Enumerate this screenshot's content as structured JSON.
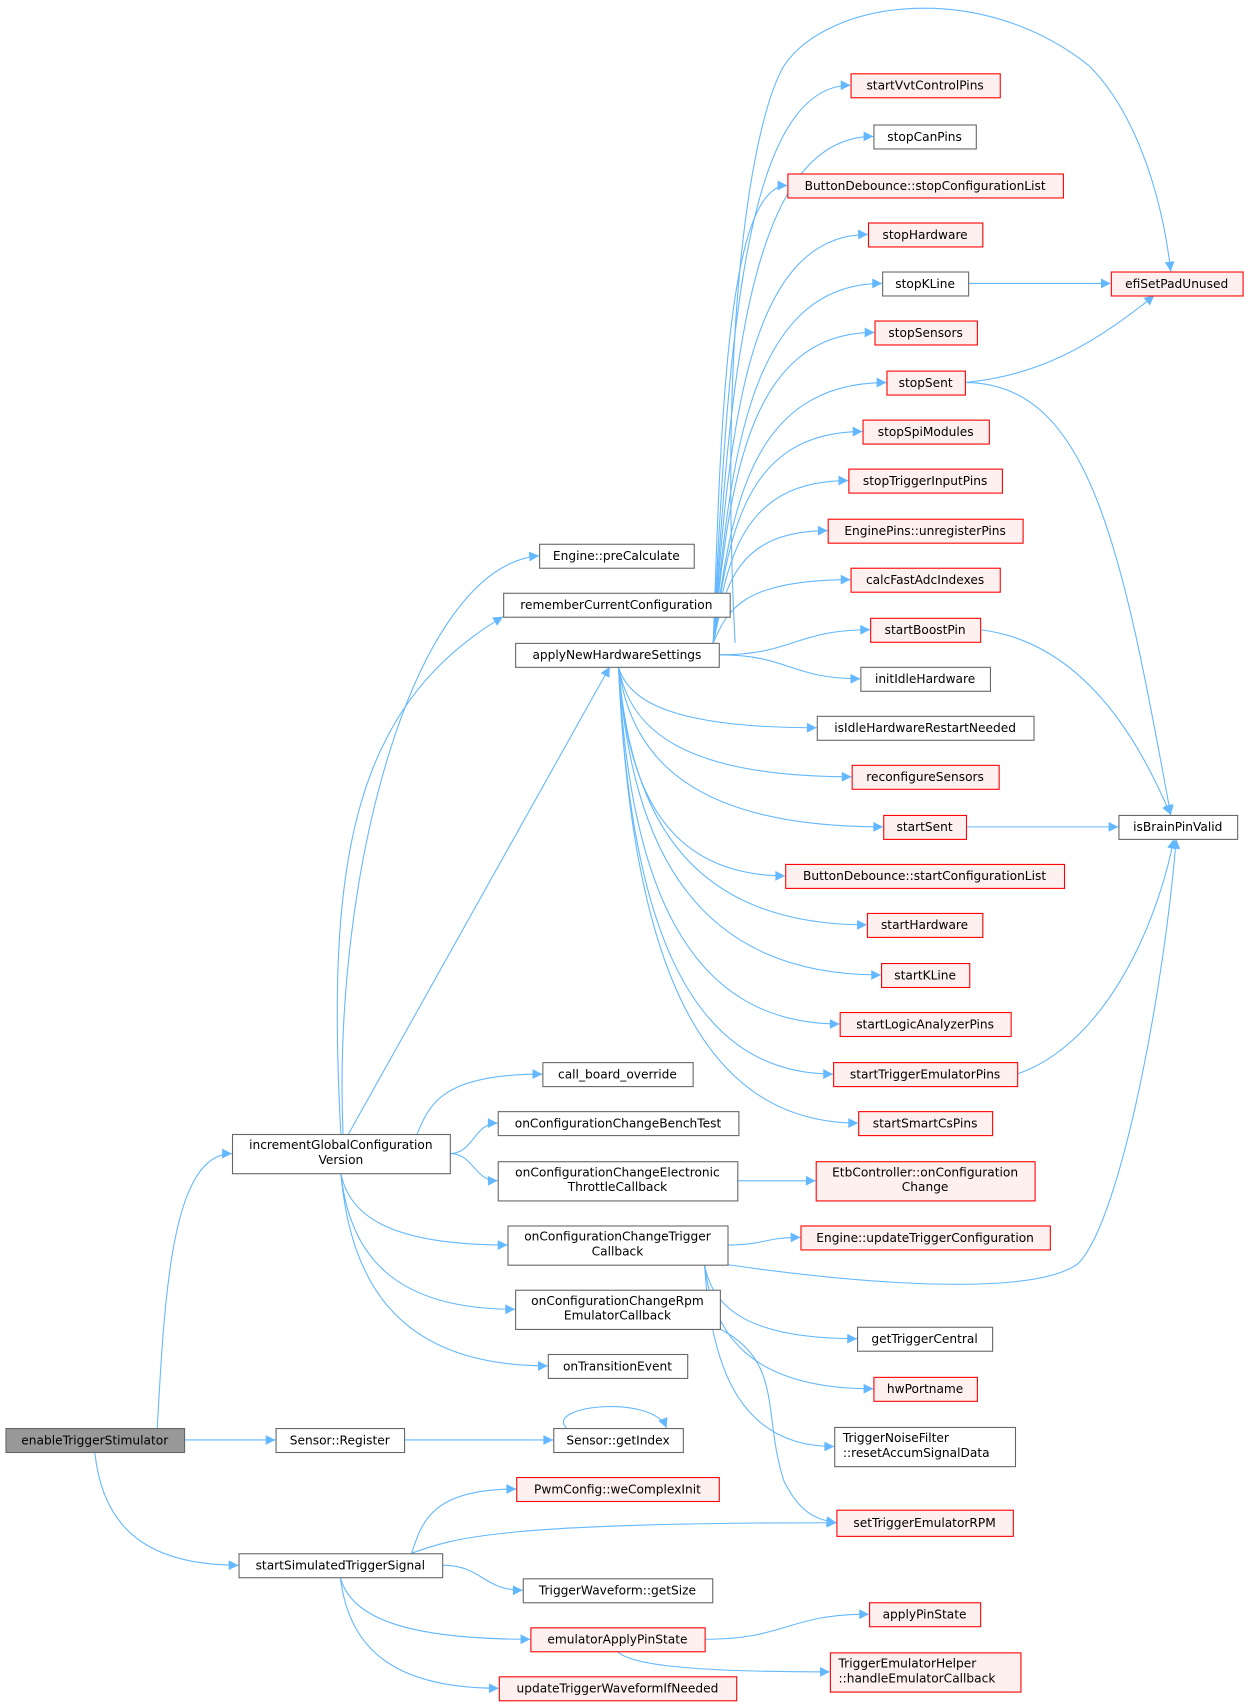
{
  "title": "Call graph of enableTriggerStimulator",
  "colors": {
    "edge": "#63b8ff",
    "root_fill": "#999999",
    "plain_stroke": "#666666",
    "red_stroke": "#ff0000",
    "red_fill": "#fff0f0"
  },
  "nodes": [
    {
      "id": "enable",
      "lines": [
        "enableTriggerStimulator"
      ],
      "style": "root"
    },
    {
      "id": "increment",
      "lines": [
        "incrementGlobalConfiguration",
        "Version"
      ],
      "style": "plain"
    },
    {
      "id": "register",
      "lines": [
        "Sensor::Register"
      ],
      "style": "plain"
    },
    {
      "id": "startSim",
      "lines": [
        "startSimulatedTriggerSignal"
      ],
      "style": "plain"
    },
    {
      "id": "preCalc",
      "lines": [
        "Engine::preCalculate"
      ],
      "style": "plain"
    },
    {
      "id": "remember",
      "lines": [
        "rememberCurrentConfiguration"
      ],
      "style": "plain"
    },
    {
      "id": "applyNew",
      "lines": [
        "applyNewHardwareSettings"
      ],
      "style": "plain"
    },
    {
      "id": "callBoard",
      "lines": [
        "call_board_override"
      ],
      "style": "plain"
    },
    {
      "id": "bench",
      "lines": [
        "onConfigurationChangeBenchTest"
      ],
      "style": "plain"
    },
    {
      "id": "etc",
      "lines": [
        "onConfigurationChangeElectronic",
        "ThrottleCallback"
      ],
      "style": "plain"
    },
    {
      "id": "trig",
      "lines": [
        "onConfigurationChangeTrigger",
        "Callback"
      ],
      "style": "plain"
    },
    {
      "id": "rpm",
      "lines": [
        "onConfigurationChangeRpm",
        "EmulatorCallback"
      ],
      "style": "plain"
    },
    {
      "id": "transition",
      "lines": [
        "onTransitionEvent"
      ],
      "style": "plain"
    },
    {
      "id": "getIndex",
      "lines": [
        "Sensor::getIndex"
      ],
      "style": "plain"
    },
    {
      "id": "weComplex",
      "lines": [
        "PwmConfig::weComplexInit"
      ],
      "style": "red"
    },
    {
      "id": "getSize",
      "lines": [
        "TriggerWaveform::getSize"
      ],
      "style": "plain"
    },
    {
      "id": "emuApply",
      "lines": [
        "emulatorApplyPinState"
      ],
      "style": "red"
    },
    {
      "id": "updWave",
      "lines": [
        "updateTriggerWaveformIfNeeded"
      ],
      "style": "red"
    },
    {
      "id": "startVvt",
      "lines": [
        "startVvtControlPins"
      ],
      "style": "red"
    },
    {
      "id": "stopCan",
      "lines": [
        "stopCanPins"
      ],
      "style": "plain"
    },
    {
      "id": "bdStop",
      "lines": [
        "ButtonDebounce::stopConfigurationList"
      ],
      "style": "red"
    },
    {
      "id": "stopHw",
      "lines": [
        "stopHardware"
      ],
      "style": "red"
    },
    {
      "id": "stopKLine",
      "lines": [
        "stopKLine"
      ],
      "style": "plain"
    },
    {
      "id": "stopSensors",
      "lines": [
        "stopSensors"
      ],
      "style": "red"
    },
    {
      "id": "stopSent",
      "lines": [
        "stopSent"
      ],
      "style": "red"
    },
    {
      "id": "stopSpi",
      "lines": [
        "stopSpiModules"
      ],
      "style": "red"
    },
    {
      "id": "stopTrigIn",
      "lines": [
        "stopTriggerInputPins"
      ],
      "style": "red"
    },
    {
      "id": "unreg",
      "lines": [
        "EnginePins::unregisterPins"
      ],
      "style": "red"
    },
    {
      "id": "calcAdc",
      "lines": [
        "calcFastAdcIndexes"
      ],
      "style": "red"
    },
    {
      "id": "startBoost",
      "lines": [
        "startBoostPin"
      ],
      "style": "red"
    },
    {
      "id": "initIdle",
      "lines": [
        "initIdleHardware"
      ],
      "style": "plain"
    },
    {
      "id": "isIdle",
      "lines": [
        "isIdleHardwareRestartNeeded"
      ],
      "style": "plain"
    },
    {
      "id": "reconf",
      "lines": [
        "reconfigureSensors"
      ],
      "style": "red"
    },
    {
      "id": "startSent",
      "lines": [
        "startSent"
      ],
      "style": "red"
    },
    {
      "id": "bdStart",
      "lines": [
        "ButtonDebounce::startConfigurationList"
      ],
      "style": "red"
    },
    {
      "id": "startHw",
      "lines": [
        "startHardware"
      ],
      "style": "red"
    },
    {
      "id": "startKLine",
      "lines": [
        "startKLine"
      ],
      "style": "red"
    },
    {
      "id": "startLogic",
      "lines": [
        "startLogicAnalyzerPins"
      ],
      "style": "red"
    },
    {
      "id": "startTrigEmu",
      "lines": [
        "startTriggerEmulatorPins"
      ],
      "style": "red"
    },
    {
      "id": "startSmart",
      "lines": [
        "startSmartCsPins"
      ],
      "style": "red"
    },
    {
      "id": "etbCtrl",
      "lines": [
        "EtbController::onConfiguration",
        "Change"
      ],
      "style": "red"
    },
    {
      "id": "updTrigCfg",
      "lines": [
        "Engine::updateTriggerConfiguration"
      ],
      "style": "red"
    },
    {
      "id": "getTrigCentral",
      "lines": [
        "getTriggerCentral"
      ],
      "style": "plain"
    },
    {
      "id": "hwPort",
      "lines": [
        "hwPortname"
      ],
      "style": "red"
    },
    {
      "id": "noise",
      "lines": [
        "TriggerNoiseFilter",
        "::resetAccumSignalData"
      ],
      "style": "plain"
    },
    {
      "id": "setRpm",
      "lines": [
        "setTriggerEmulatorRPM"
      ],
      "style": "red"
    },
    {
      "id": "applyPin",
      "lines": [
        "applyPinState"
      ],
      "style": "red"
    },
    {
      "id": "handleEmu",
      "lines": [
        "TriggerEmulatorHelper",
        "::handleEmulatorCallback"
      ],
      "style": "red"
    },
    {
      "id": "efiPad",
      "lines": [
        "efiSetPadUnused"
      ],
      "style": "red"
    },
    {
      "id": "isBrain",
      "lines": [
        "isBrainPinValid"
      ],
      "style": "plain"
    }
  ],
  "edges": [
    [
      "enable",
      "increment"
    ],
    [
      "enable",
      "register"
    ],
    [
      "enable",
      "startSim"
    ],
    [
      "increment",
      "preCalc"
    ],
    [
      "increment",
      "remember"
    ],
    [
      "increment",
      "applyNew"
    ],
    [
      "increment",
      "callBoard"
    ],
    [
      "increment",
      "bench"
    ],
    [
      "increment",
      "etc"
    ],
    [
      "increment",
      "trig"
    ],
    [
      "increment",
      "rpm"
    ],
    [
      "increment",
      "transition"
    ],
    [
      "applyNew",
      "startVvt"
    ],
    [
      "applyNew",
      "stopCan"
    ],
    [
      "applyNew",
      "bdStop"
    ],
    [
      "applyNew",
      "stopHw"
    ],
    [
      "applyNew",
      "stopKLine"
    ],
    [
      "applyNew",
      "stopSensors"
    ],
    [
      "applyNew",
      "stopSent"
    ],
    [
      "applyNew",
      "stopSpi"
    ],
    [
      "applyNew",
      "stopTrigIn"
    ],
    [
      "applyNew",
      "unreg"
    ],
    [
      "applyNew",
      "calcAdc"
    ],
    [
      "applyNew",
      "startBoost"
    ],
    [
      "applyNew",
      "initIdle"
    ],
    [
      "applyNew",
      "isIdle"
    ],
    [
      "applyNew",
      "reconf"
    ],
    [
      "applyNew",
      "startSent"
    ],
    [
      "applyNew",
      "bdStart"
    ],
    [
      "applyNew",
      "startHw"
    ],
    [
      "applyNew",
      "startKLine"
    ],
    [
      "applyNew",
      "startLogic"
    ],
    [
      "applyNew",
      "startTrigEmu"
    ],
    [
      "applyNew",
      "startSmart"
    ],
    [
      "applyNew",
      "efiPad"
    ],
    [
      "stopKLine",
      "efiPad"
    ],
    [
      "stopSent",
      "efiPad"
    ],
    [
      "stopSent",
      "isBrain"
    ],
    [
      "startBoost",
      "isBrain"
    ],
    [
      "startSent",
      "isBrain"
    ],
    [
      "startTrigEmu",
      "isBrain"
    ],
    [
      "etc",
      "etbCtrl"
    ],
    [
      "trig",
      "updTrigCfg"
    ],
    [
      "trig",
      "isBrain"
    ],
    [
      "trig",
      "getTrigCentral"
    ],
    [
      "trig",
      "hwPort"
    ],
    [
      "trig",
      "noise"
    ],
    [
      "rpm",
      "setRpm"
    ],
    [
      "register",
      "getIndex"
    ],
    [
      "getIndex",
      "getIndex"
    ],
    [
      "startSim",
      "weComplex"
    ],
    [
      "startSim",
      "setRpm"
    ],
    [
      "startSim",
      "getSize"
    ],
    [
      "startSim",
      "emuApply"
    ],
    [
      "startSim",
      "updWave"
    ],
    [
      "emuApply",
      "applyPin"
    ],
    [
      "emuApply",
      "handleEmu"
    ]
  ]
}
